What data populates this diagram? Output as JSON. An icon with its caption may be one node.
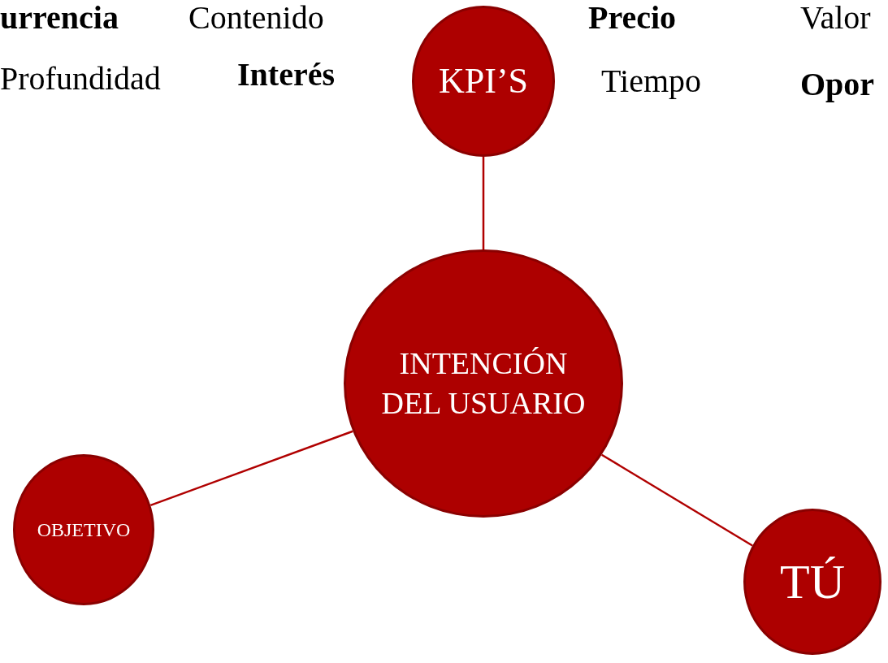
{
  "diagram": {
    "nodes": [
      {
        "text": [
          "KPI’S"
        ]
      },
      {
        "text": [
          "INTENCIÓN DEL USUARIO"
        ]
      },
      {
        "text": [
          "OBJETIVO"
        ]
      },
      {
        "text": [
          "TÚ"
        ]
      }
    ],
    "edges": [
      {
        "from": 0,
        "to": 1,
        "arrow": "none"
      },
      {
        "from": 1,
        "to": 2,
        "arrow": "none"
      },
      {
        "from": 1,
        "to": 3,
        "arrow": "none"
      }
    ],
    "labels": [
      "urrencia",
      "Contenido",
      "Precio",
      "Valor",
      "Profundidad",
      "Interés",
      "Tiempo",
      "Opor"
    ]
  }
}
